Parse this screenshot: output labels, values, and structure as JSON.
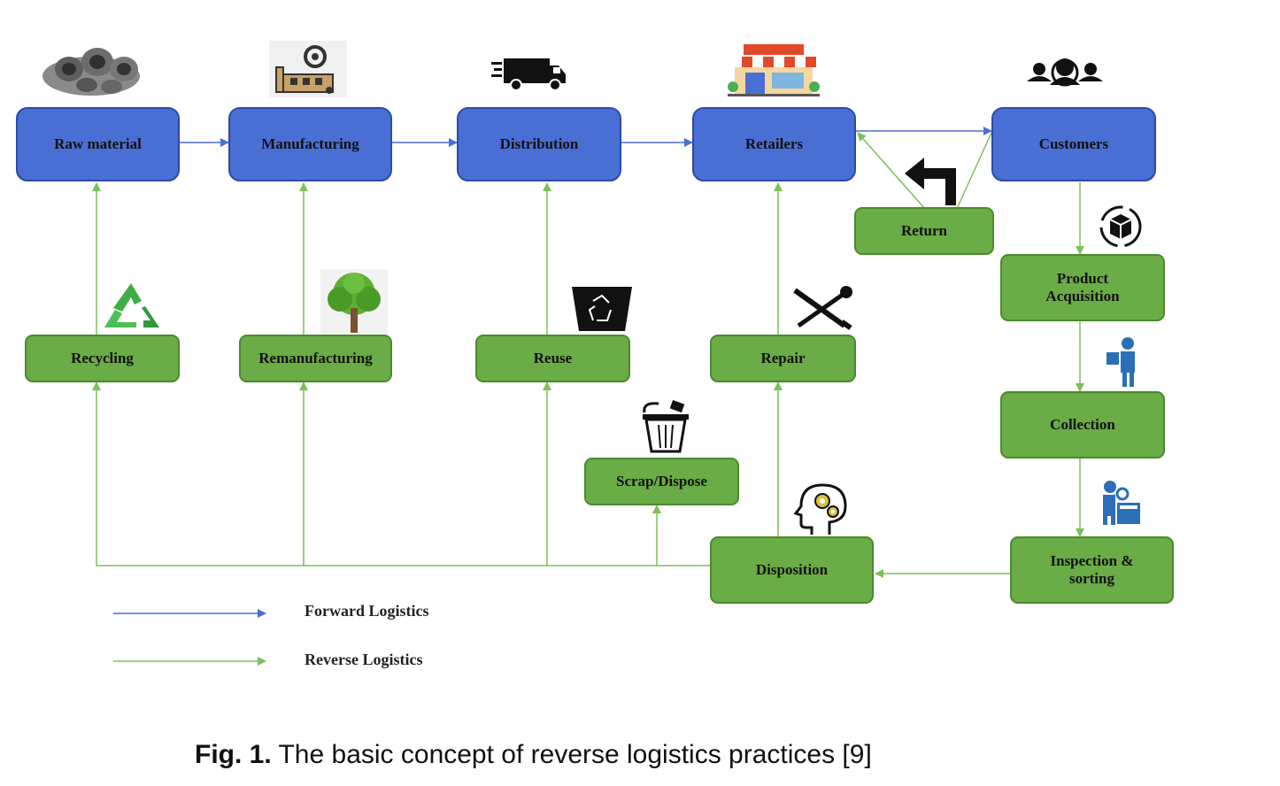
{
  "nodes": {
    "raw_material": "Raw material",
    "manufacturing": "Manufacturing",
    "distribution": "Distribution",
    "retailers": "Retailers",
    "customers": "Customers",
    "return": "Return",
    "product_acquisition": "Product\nAcquisition",
    "collection": "Collection",
    "inspection_sorting": "Inspection &\nsorting",
    "disposition": "Disposition",
    "scrap_dispose": "Scrap/Dispose",
    "repair": "Repair",
    "reuse": "Reuse",
    "remanufacturing": "Remanufacturing",
    "recycling": "Recycling"
  },
  "legend": {
    "forward": "Forward Logistics",
    "reverse": "Reverse Logistics"
  },
  "colors": {
    "forward": "#4a6fd4",
    "reverse": "#6aac46",
    "forward_arrow": "#4a6fd4",
    "reverse_arrow": "#7cc05a"
  },
  "icons": {
    "raw_material": "metal-pipes-icon",
    "manufacturing": "factory-gear-icon",
    "distribution": "delivery-truck-icon",
    "retailers": "retail-store-icon",
    "customers": "customers-group-icon",
    "return": "return-arrow-icon",
    "product_acquisition": "box-cycle-icon",
    "collection": "worker-carrying-box-icon",
    "inspection_sorting": "worker-inspecting-icon",
    "disposition": "head-gears-icon",
    "scrap_dispose": "trash-bin-icon",
    "repair": "wrench-screwdriver-icon",
    "reuse": "recycle-bin-icon",
    "remanufacturing": "green-tree-icon",
    "recycling": "recycle-icon"
  },
  "caption": {
    "label": "Fig. 1.",
    "text": " The basic concept of reverse logistics practices [9]"
  }
}
